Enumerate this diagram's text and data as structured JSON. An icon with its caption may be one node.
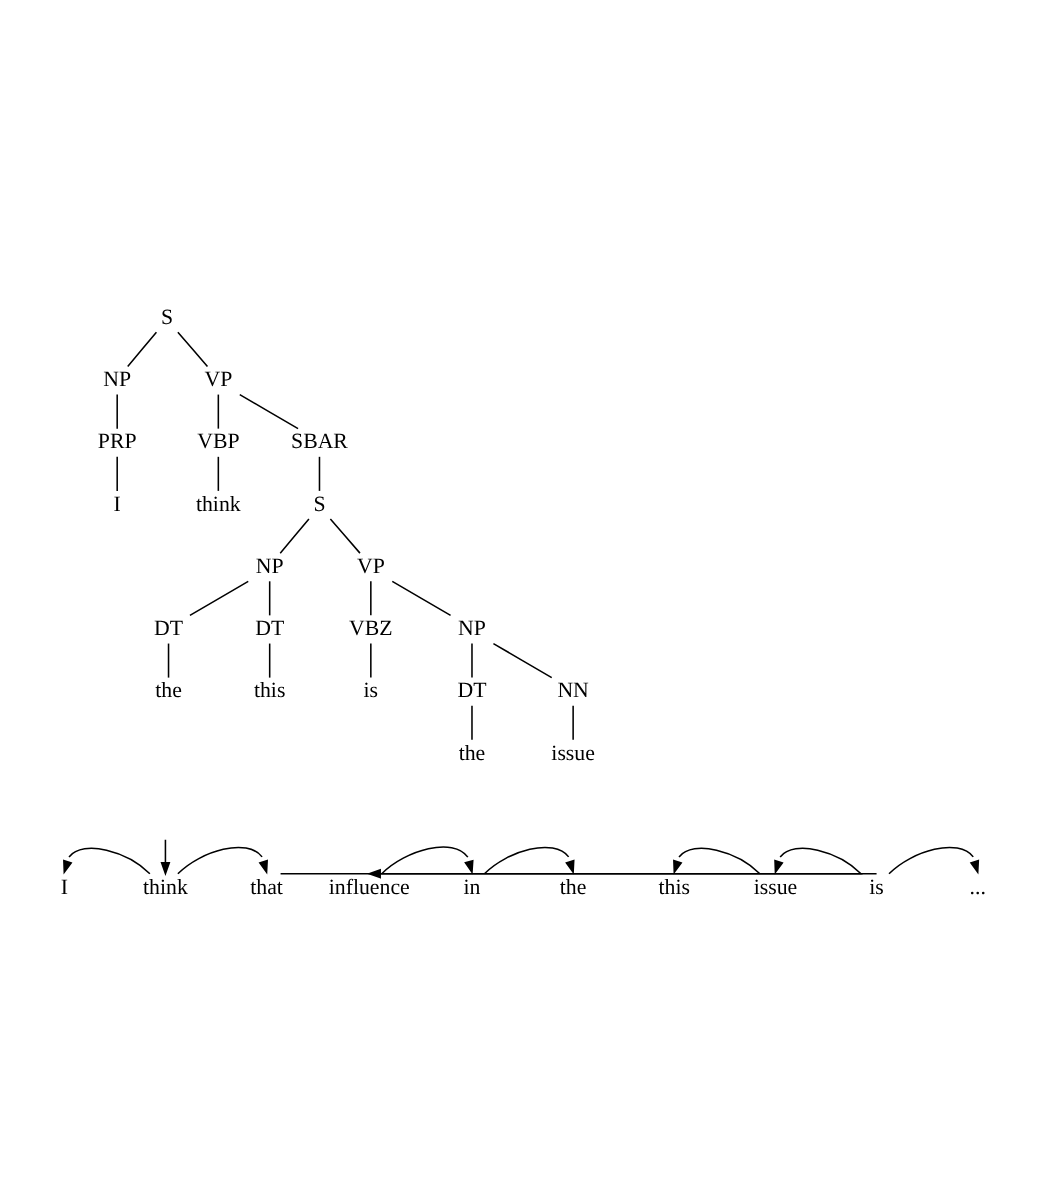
{
  "diagram": {
    "nodes": [
      {
        "text": [
          "S"
        ]
      },
      {
        "text": [
          "NP"
        ]
      },
      {
        "text": [
          "VP"
        ]
      },
      {
        "text": [
          "PRP"
        ]
      },
      {
        "text": [
          "I"
        ]
      },
      {
        "text": [
          "VBP"
        ]
      },
      {
        "text": [
          "think"
        ]
      },
      {
        "text": [
          "SBAR"
        ]
      },
      {
        "text": [
          "S"
        ]
      },
      {
        "text": [
          "NP"
        ]
      },
      {
        "text": [
          "VP"
        ]
      },
      {
        "text": [
          "DT"
        ]
      },
      {
        "text": [
          "the"
        ]
      },
      {
        "text": [
          "DT"
        ]
      },
      {
        "text": [
          "this"
        ]
      },
      {
        "text": [
          "VBZ"
        ]
      },
      {
        "text": [
          "is"
        ]
      },
      {
        "text": [
          "NP"
        ]
      },
      {
        "text": [
          "DT"
        ]
      },
      {
        "text": [
          "the"
        ]
      },
      {
        "text": [
          "NN"
        ]
      },
      {
        "text": [
          "issue"
        ]
      },
      {
        "text": [
          "I"
        ]
      },
      {
        "text": [
          "think"
        ]
      },
      {
        "text": [
          "that"
        ]
      },
      {
        "text": [
          "influence"
        ]
      },
      {
        "text": [
          "in"
        ]
      },
      {
        "text": [
          "the"
        ]
      },
      {
        "text": [
          "this"
        ]
      },
      {
        "text": [
          "issue"
        ]
      },
      {
        "text": [
          "is"
        ]
      },
      {
        "text": [
          "..."
        ]
      }
    ],
    "edges": [
      {
        "from": 0,
        "to": 1,
        "arrow": "none"
      },
      {
        "from": 0,
        "to": 2,
        "arrow": "none"
      },
      {
        "from": 1,
        "to": 3,
        "arrow": "none"
      },
      {
        "from": 3,
        "to": 4,
        "arrow": "none"
      },
      {
        "from": 2,
        "to": 5,
        "arrow": "none"
      },
      {
        "from": 5,
        "to": 6,
        "arrow": "none"
      },
      {
        "from": 2,
        "to": 7,
        "arrow": "none"
      },
      {
        "from": 7,
        "to": 8,
        "arrow": "none"
      },
      {
        "from": 8,
        "to": 9,
        "arrow": "none"
      },
      {
        "from": 8,
        "to": 10,
        "arrow": "none"
      },
      {
        "from": 9,
        "to": 11,
        "arrow": "none"
      },
      {
        "from": 11,
        "to": 12,
        "arrow": "none"
      },
      {
        "from": 9,
        "to": 13,
        "arrow": "none"
      },
      {
        "from": 13,
        "to": 14,
        "arrow": "none"
      },
      {
        "from": 10,
        "to": 15,
        "arrow": "none"
      },
      {
        "from": 15,
        "to": 16,
        "arrow": "none"
      },
      {
        "from": 10,
        "to": 17,
        "arrow": "none"
      },
      {
        "from": 17,
        "to": 18,
        "arrow": "none"
      },
      {
        "from": 18,
        "to": 19,
        "arrow": "none"
      },
      {
        "from": 17,
        "to": 20,
        "arrow": "none"
      },
      {
        "from": 20,
        "to": 21,
        "arrow": "none"
      },
      {
        "from": null,
        "to": 23,
        "arrow": "to"
      },
      {
        "from": 23,
        "to": 22,
        "arrow": "to"
      },
      {
        "from": 23,
        "to": 24,
        "arrow": "to"
      },
      {
        "from": 24,
        "to": 30,
        "arrow": "none"
      },
      {
        "from": 30,
        "to": 25,
        "arrow": "to"
      },
      {
        "from": 25,
        "to": 26,
        "arrow": "to"
      },
      {
        "from": 26,
        "to": 27,
        "arrow": "to"
      },
      {
        "from": 29,
        "to": 28,
        "arrow": "to"
      },
      {
        "from": 30,
        "to": 29,
        "arrow": "to"
      },
      {
        "from": 30,
        "to": 31,
        "arrow": "to"
      }
    ]
  }
}
